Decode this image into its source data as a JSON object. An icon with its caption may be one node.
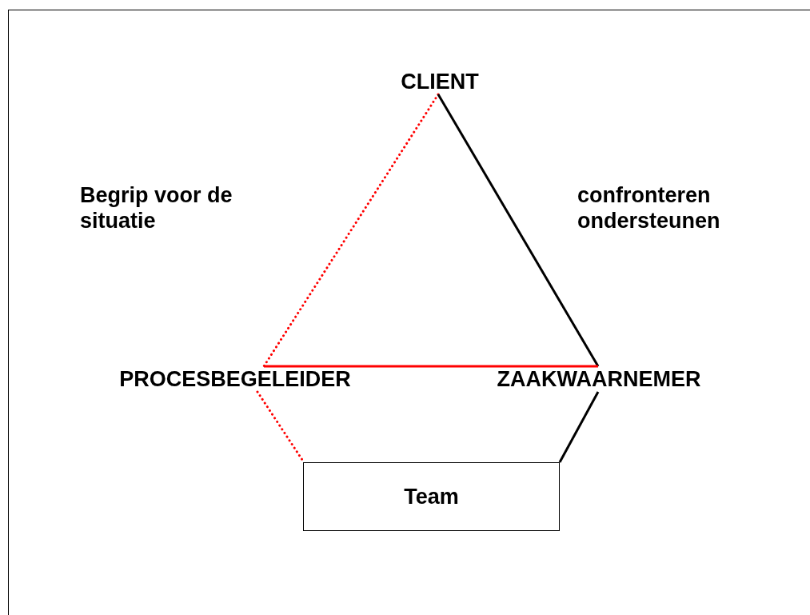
{
  "diagram": {
    "nodes": [
      {
        "text": [
          "CLIENT"
        ]
      },
      {
        "text": [
          "PROCESBEGELEIDER"
        ]
      },
      {
        "text": [
          "ZAAKWAARNEMER"
        ]
      },
      {
        "text": [
          "Team"
        ]
      }
    ],
    "edges": [
      {
        "from": 0,
        "to": 1,
        "arrow": "none",
        "style": "dashed",
        "color": "#ff0000"
      },
      {
        "from": 0,
        "to": 2,
        "arrow": "none",
        "color": "#000000"
      },
      {
        "from": 1,
        "to": 2,
        "arrow": "none",
        "color": "#ff0000"
      },
      {
        "from": 1,
        "to": 3,
        "arrow": "none",
        "style": "dashed",
        "color": "#ff0000"
      },
      {
        "from": 2,
        "to": 3,
        "arrow": "none",
        "color": "#000000"
      }
    ],
    "labels": [
      "Begrip voor de situatie",
      "confronteren ondersteunen"
    ]
  }
}
